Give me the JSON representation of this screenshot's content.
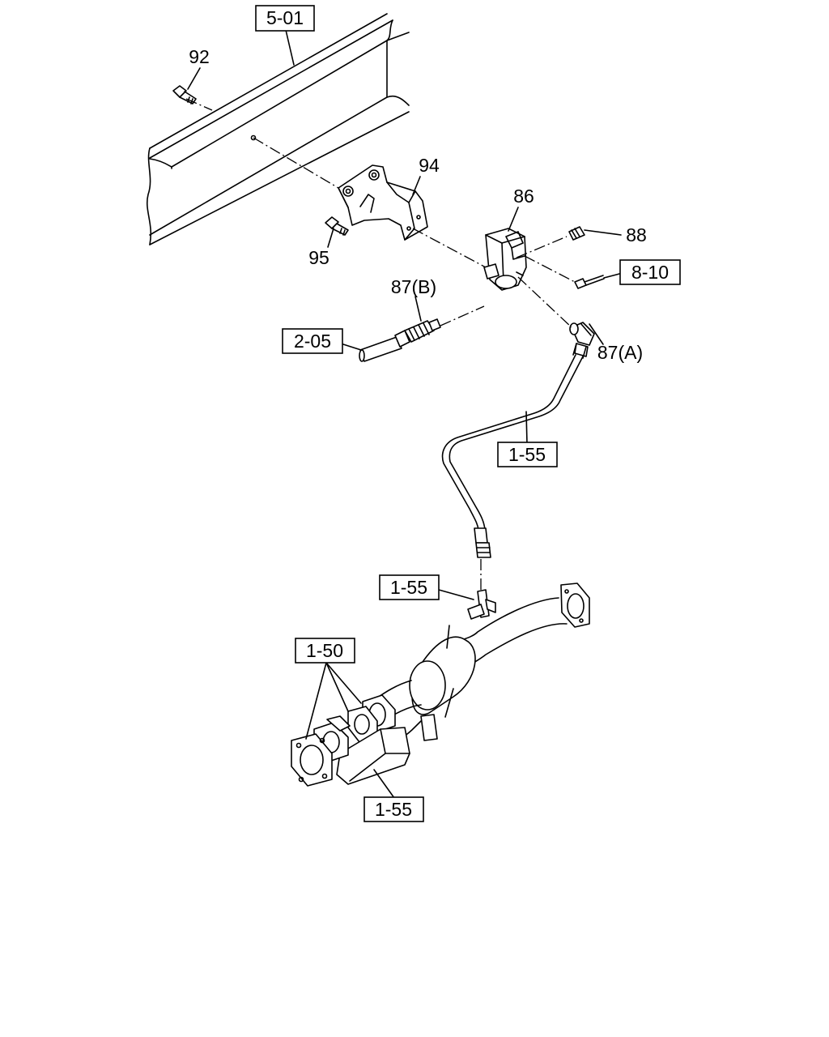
{
  "diagram": {
    "callouts": [
      {
        "id": "ref-5-01",
        "text": "5-01",
        "boxed": true
      },
      {
        "id": "part-92",
        "text": "92",
        "boxed": false
      },
      {
        "id": "part-94",
        "text": "94",
        "boxed": false
      },
      {
        "id": "part-86",
        "text": "86",
        "boxed": false
      },
      {
        "id": "part-88",
        "text": "88",
        "boxed": false
      },
      {
        "id": "part-95",
        "text": "95",
        "boxed": false
      },
      {
        "id": "ref-8-10",
        "text": "8-10",
        "boxed": true
      },
      {
        "id": "part-87b",
        "text": "87(B)",
        "boxed": false
      },
      {
        "id": "ref-2-05",
        "text": "2-05",
        "boxed": true
      },
      {
        "id": "part-87a",
        "text": "87(A)",
        "boxed": false
      },
      {
        "id": "ref-1-55-pipe",
        "text": "1-55",
        "boxed": true
      },
      {
        "id": "ref-1-55-tee",
        "text": "1-55",
        "boxed": true
      },
      {
        "id": "ref-1-50",
        "text": "1-50",
        "boxed": true
      },
      {
        "id": "ref-1-55-exhaust",
        "text": "1-55",
        "boxed": true
      }
    ]
  }
}
